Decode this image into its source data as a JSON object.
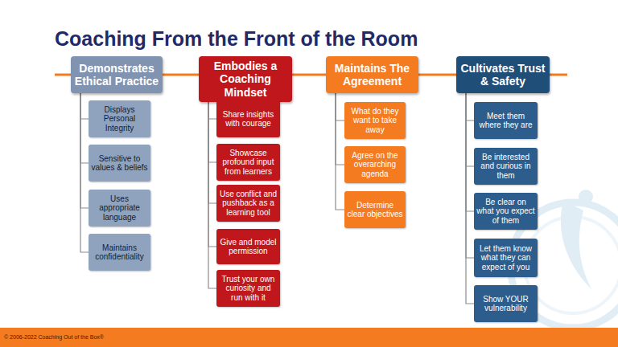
{
  "diagram": {
    "title": "Coaching From the Front of the Room",
    "nodes": [
      {
        "text": [
          "Demonstrates Ethical Practice"
        ]
      },
      {
        "text": [
          "Displays Personal Integrity"
        ]
      },
      {
        "text": [
          "Sensitive to values & beliefs"
        ]
      },
      {
        "text": [
          "Uses appropriate language"
        ]
      },
      {
        "text": [
          "Maintains confidentiality"
        ]
      },
      {
        "text": [
          "Embodies a Coaching Mindset"
        ]
      },
      {
        "text": [
          "Share insights with courage"
        ]
      },
      {
        "text": [
          "Showcase profound input from learners"
        ]
      },
      {
        "text": [
          "Use conflict and pushback as a learning tool"
        ]
      },
      {
        "text": [
          "Give and model permission"
        ]
      },
      {
        "text": [
          "Trust your own curiosity and run with it"
        ]
      },
      {
        "text": [
          "Maintains The Agreement"
        ]
      },
      {
        "text": [
          "What do they want to take away"
        ]
      },
      {
        "text": [
          "Agree on the overarching agenda"
        ]
      },
      {
        "text": [
          "Determine clear objectives"
        ]
      },
      {
        "text": [
          "Cultivates Trust & Safety"
        ]
      },
      {
        "text": [
          "Meet them where they are"
        ]
      },
      {
        "text": [
          "Be interested and curious in them"
        ]
      },
      {
        "text": [
          "Be clear on what you expect of them"
        ]
      },
      {
        "text": [
          "Let them know what they can expect of you"
        ]
      },
      {
        "text": [
          "Show YOUR vulnerability"
        ]
      }
    ],
    "edges": [
      {
        "from": 0,
        "to": 1,
        "arrow": "none"
      },
      {
        "from": 0,
        "to": 2,
        "arrow": "none"
      },
      {
        "from": 0,
        "to": 3,
        "arrow": "none"
      },
      {
        "from": 0,
        "to": 4,
        "arrow": "none"
      },
      {
        "from": 5,
        "to": 6,
        "arrow": "none"
      },
      {
        "from": 5,
        "to": 7,
        "arrow": "none"
      },
      {
        "from": 5,
        "to": 8,
        "arrow": "none"
      },
      {
        "from": 5,
        "to": 9,
        "arrow": "none"
      },
      {
        "from": 5,
        "to": 10,
        "arrow": "none"
      },
      {
        "from": 11,
        "to": 12,
        "arrow": "none"
      },
      {
        "from": 11,
        "to": 13,
        "arrow": "none"
      },
      {
        "from": 11,
        "to": 14,
        "arrow": "none"
      },
      {
        "from": 15,
        "to": 16,
        "arrow": "none"
      },
      {
        "from": 15,
        "to": 17,
        "arrow": "none"
      },
      {
        "from": 15,
        "to": 18,
        "arrow": "none"
      },
      {
        "from": 15,
        "to": 19,
        "arrow": "none"
      },
      {
        "from": 15,
        "to": 20,
        "arrow": "none"
      }
    ],
    "labels": [
      "© 2006-2022 Coaching Out of the Box®"
    ]
  }
}
